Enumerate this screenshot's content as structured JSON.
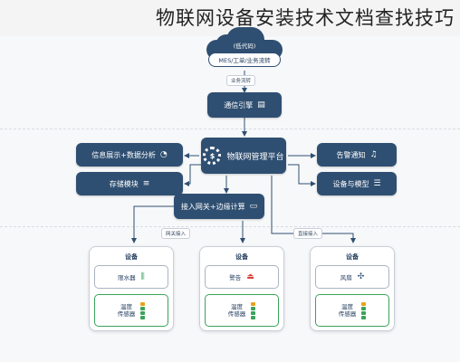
{
  "page_title": "物联网设备安装技术文档查找技巧",
  "cloud": {
    "label": "(低代码)",
    "sub": "MES/工单/业务流转"
  },
  "edges": {
    "top": "业务流转",
    "left": "网关接入",
    "right": "直接接入"
  },
  "nodes": {
    "routing": "通信引擎",
    "hub": "物联网管理平台",
    "left_top": "信息展示+数据分析",
    "left_bottom": "存储模块",
    "right_top": "告警通知",
    "right_bottom": "设备与模型",
    "gateway": "接入网关+边缘计算"
  },
  "devices": [
    {
      "title": "设备",
      "top_item": "限水器",
      "top_icon": "meter-icon",
      "sensor": [
        "温度",
        "传感器"
      ]
    },
    {
      "title": "设备",
      "top_item": "警告",
      "top_icon": "alarm-icon",
      "sensor": [
        "温度",
        "传感器"
      ]
    },
    {
      "title": "设备",
      "top_item": "风扇",
      "top_icon": "fan-icon",
      "sensor": [
        "温度",
        "传感器"
      ]
    }
  ],
  "colors": {
    "node": "#2f4f72",
    "green": "#3aa35b",
    "amber": "#e8a317",
    "red": "#d9433a"
  }
}
